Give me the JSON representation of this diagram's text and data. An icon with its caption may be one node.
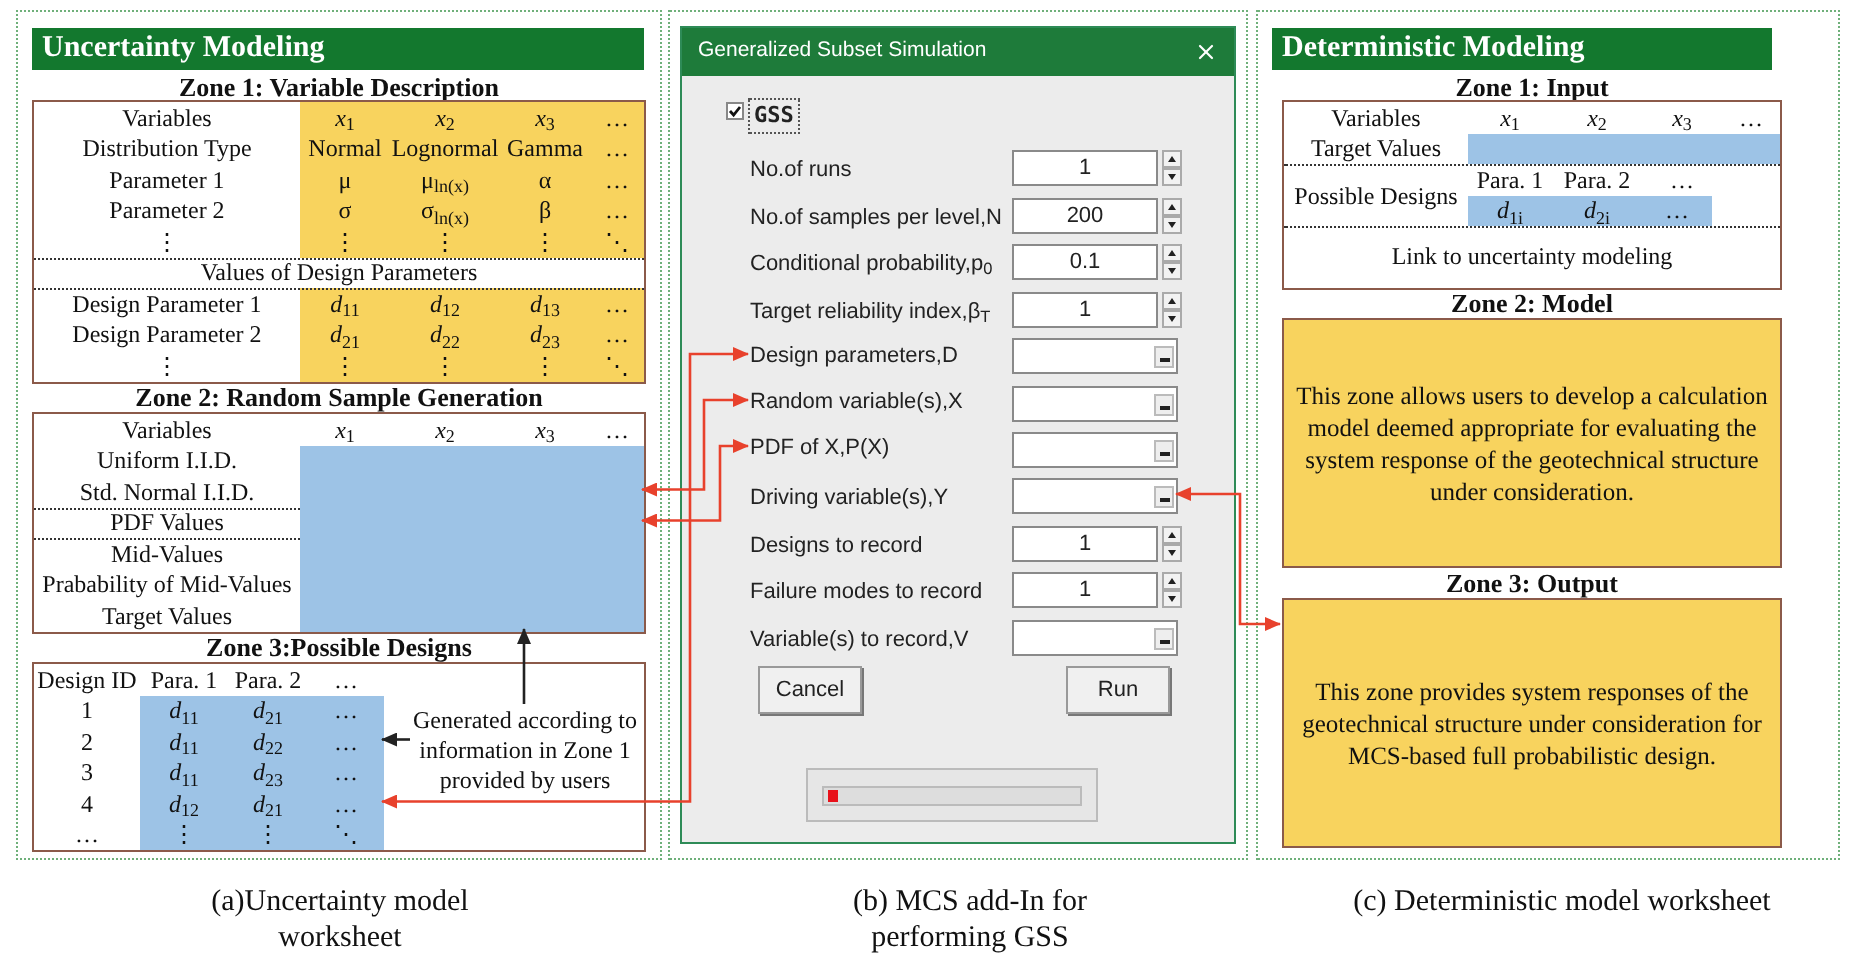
{
  "diagram": {
    "nodes": [
      {
        "text": [
          "Uncertainty Modeling"
        ]
      },
      {
        "text": [
          "Zone 1: Variable Description",
          "Variables",
          "*x*$_{1}$",
          "*x*$_{2}$",
          "*x*$_{3}$",
          "…",
          "Distribution Type",
          "Normal",
          "Lognormal",
          "Gamma",
          "…",
          "Parameter 1",
          "μ",
          "μ$_{ln(x)}$",
          "α",
          "…",
          "Parameter 2",
          "σ",
          "σ$_{ln(x)}$",
          "β",
          "…",
          "⋮",
          "⋮",
          "⋮",
          "⋮",
          "⋱",
          "Values of Design Parameters",
          "Design Parameter 1",
          "*d*$_{11}$",
          "*d*$_{12}$",
          "*d*$_{13}$",
          "…",
          "Design Parameter 2",
          "*d*$_{21}$",
          "*d*$_{22}$",
          "*d*$_{23}$",
          "…",
          "⋮",
          "⋮",
          "⋮",
          "⋮",
          "⋱"
        ],
        "in": 0
      },
      {
        "text": [
          "Zone 2: Random Sample Generation",
          "Variables",
          "*x*$_{1}$",
          "*x*$_{2}$",
          "*x*$_{3}$",
          "…",
          "Uniform I.I.D.",
          "Std. Normal I.I.D.",
          "PDF Values",
          "Mid-Values",
          "Prabability of Mid-Values",
          "Target Values"
        ],
        "in": 0
      },
      {
        "text": [],
        "shape": "bar",
        "in": 2
      },
      {
        "text": [],
        "shape": "bar",
        "in": 2
      },
      {
        "text": [],
        "shape": "bar",
        "in": 2
      },
      {
        "text": [
          "Zone 3:Possible Designs",
          "Design ID",
          "Para. 1",
          "Para. 2",
          "…",
          "1",
          "2",
          "3",
          "4",
          "…"
        ],
        "in": 0
      },
      {
        "text": [
          "*d*$_{11}$",
          "*d*$_{21}$",
          "…",
          "*d*$_{11}$",
          "*d*$_{22}$",
          "…",
          "*d*$_{11}$",
          "*d*$_{23}$",
          "…",
          "*d*$_{12}$",
          "*d*$_{21}$",
          "…",
          "⋮",
          "⋮",
          "⋱"
        ],
        "in": 6
      },
      {
        "text": [
          "Generated according to information in Zone 1 provided by users"
        ],
        "in": 6
      },
      {
        "text": [
          "Generalized Subset Simulation"
        ]
      },
      {
        "text": [
          "1"
        ],
        "in": 9
      },
      {
        "text": [
          "200"
        ],
        "in": 9
      },
      {
        "text": [
          "0.1"
        ],
        "in": 9
      },
      {
        "text": [
          "1"
        ],
        "in": 9
      },
      {
        "text": [
          "Design parameters,D"
        ],
        "in": 9
      },
      {
        "text": [],
        "shape": "box",
        "in": 9
      },
      {
        "text": [
          "Random variable(s),X"
        ],
        "in": 9
      },
      {
        "text": [],
        "shape": "box",
        "in": 9
      },
      {
        "text": [
          "PDF of X,P(X)"
        ],
        "in": 9
      },
      {
        "text": [],
        "shape": "box",
        "in": 9
      },
      {
        "text": [],
        "shape": "box",
        "in": 9
      },
      {
        "text": [
          "1"
        ],
        "in": 9
      },
      {
        "text": [
          "1"
        ],
        "in": 9
      },
      {
        "text": [],
        "shape": "box",
        "in": 9
      },
      {
        "text": [
          "Cancel"
        ],
        "in": 9
      },
      {
        "text": [
          "Run"
        ],
        "in": 9
      },
      {
        "text": [
          "Deterministic Modeling"
        ]
      },
      {
        "text": [
          "Zone 1: Input",
          "Variables",
          "*x*$_{1}$",
          "*x*$_{2}$",
          "*x*$_{3}$",
          "…",
          "Target Values",
          "Possible Designs",
          "Para. 1",
          "Para. 2",
          "…",
          "Link to uncertainty modeling"
        ],
        "in": 26
      },
      {
        "text": [],
        "shape": "bar",
        "in": 27
      },
      {
        "text": [
          "*d*$_{1i}$",
          "*d*$_{2i}$",
          "…"
        ],
        "in": 27
      },
      {
        "text": [
          "Zone 2: Model",
          "This zone allows users to develop a calculation model deemed appropriate for evaluating the system response of the geotechnical structure under consideration."
        ],
        "in": 26
      },
      {
        "text": [
          "Zone 3: Output",
          "This zone provides system responses of the geotechnical structure under consideration for MCS-based full probabilistic design."
        ],
        "in": 26
      }
    ],
    "edges": [
      {
        "from": 7,
        "to": 14,
        "arrow": "both"
      },
      {
        "from": 3,
        "to": 16,
        "arrow": "both"
      },
      {
        "from": 4,
        "to": 18,
        "arrow": "both"
      },
      {
        "from": 20,
        "to": 31,
        "arrow": "both"
      },
      {
        "from": 8,
        "to": 5,
        "arrow": "to",
        "color": "#222222"
      },
      {
        "from": 8,
        "to": 7,
        "arrow": "to",
        "color": "#222222"
      }
    ],
    "labels": [
      "GSS",
      "No.of runs",
      "No.of samples per level,N",
      "Conditional probability,p$_{0}$",
      "Target reliability index,β$_{T}$",
      "Driving variable(s),Y",
      "Designs to record",
      "Failure modes to record",
      "Variable(s) to record,V",
      "(a)Uncertainty model worksheet",
      "(b) MCS add-In for performing GSS",
      "(c) Deterministic model worksheet"
    ]
  }
}
